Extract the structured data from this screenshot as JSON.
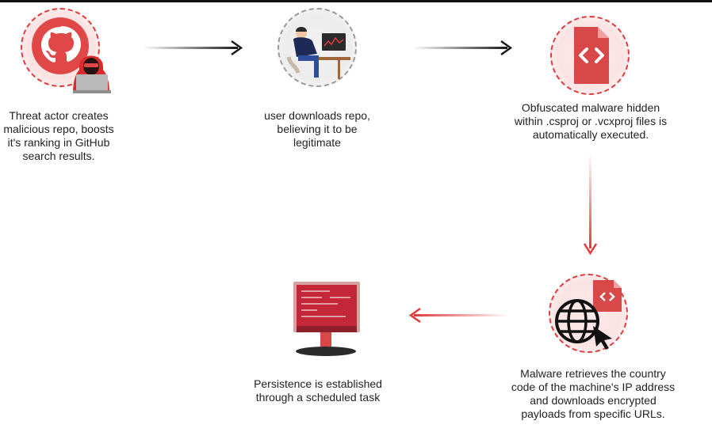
{
  "steps": [
    {
      "text": "Threat actor creates\nmalicious repo, boosts\nit's ranking in GitHub\nsearch results."
    },
    {
      "text": "user downloads repo,\nbelieving it to be\nlegitimate"
    },
    {
      "text": "Obfuscated malware hidden\nwithin .csproj or .vcxproj files is\nautomatically executed."
    },
    {
      "text": "Malware retrieves the country\ncode of the machine's IP address\nand downloads encrypted\npayloads from specific URLs."
    },
    {
      "text": "Persistence is established\nthrough a scheduled task"
    }
  ],
  "colors": {
    "accent": "#e03a3a",
    "dark": "#1a1a1a",
    "muted": "#9a9a9a"
  },
  "icons": [
    "github-icon",
    "hacker-icon",
    "developer-at-desk-icon",
    "code-file-icon",
    "globe-cursor-icon",
    "monitor-icon"
  ]
}
